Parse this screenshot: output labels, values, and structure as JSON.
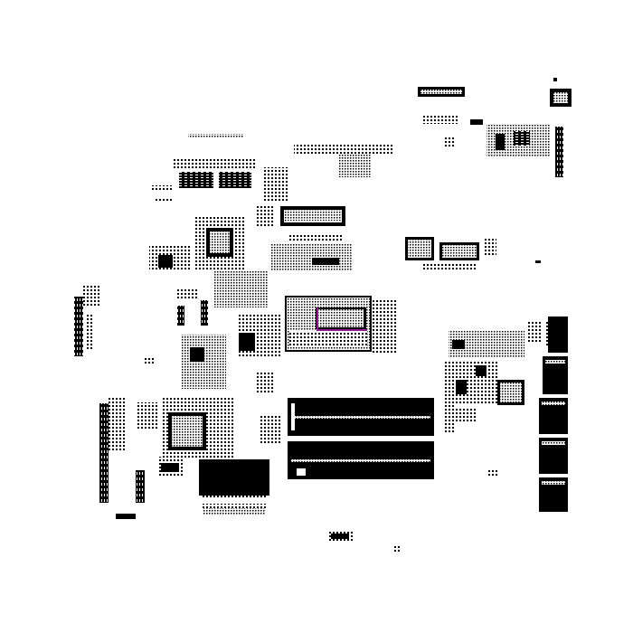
{
  "view": {
    "kind": "pcb-layout-view",
    "background": "#ffffff",
    "ink": "#000000",
    "highlight": "#8a1a8a"
  },
  "components": [
    {
      "name": "bga-chip-upper-left"
    },
    {
      "name": "bga-chip-lower-left"
    },
    {
      "name": "cpu-package"
    },
    {
      "name": "dimm-slot-upper"
    },
    {
      "name": "dimm-slot-lower"
    },
    {
      "name": "power-connector-bottom"
    },
    {
      "name": "edge-connector-right"
    },
    {
      "name": "connector-top-header"
    },
    {
      "name": "chip-top-right"
    },
    {
      "name": "ic-middle-top"
    },
    {
      "name": "ic-pair-right"
    },
    {
      "name": "ic-right-middle"
    },
    {
      "name": "connector-left-vertical"
    },
    {
      "name": "connector-bottom-small"
    }
  ]
}
